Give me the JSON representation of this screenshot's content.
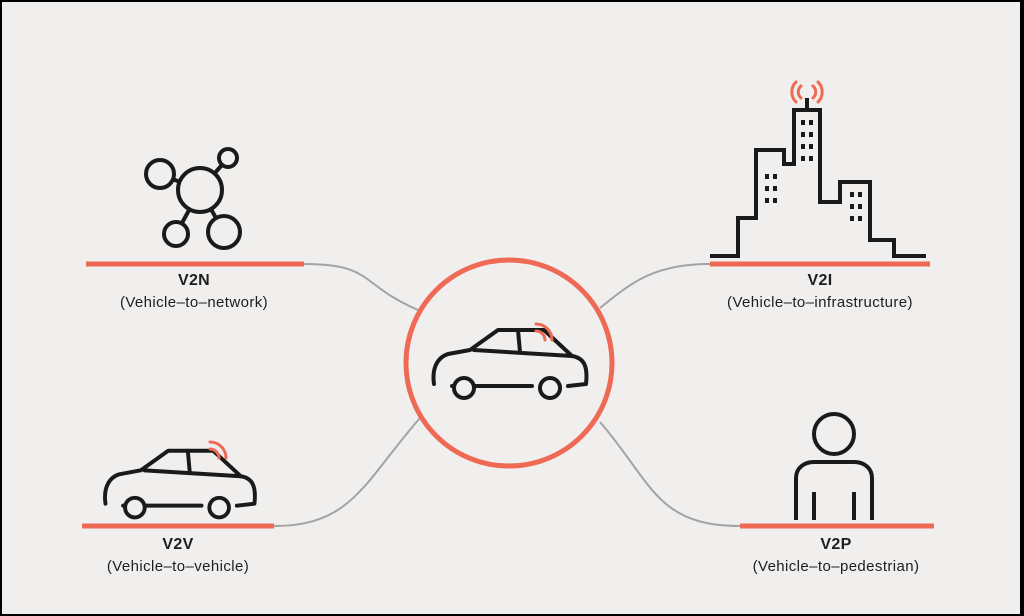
{
  "colors": {
    "accent": "#ef6a55",
    "ink": "#1a1a1a",
    "connector": "#a3a3a3",
    "background": "#f0efee"
  },
  "center": {
    "icon": "car-icon"
  },
  "nodes": [
    {
      "id": "v2n",
      "code": "V2N",
      "description": "(Vehicle–to–network)",
      "icon": "network-icon"
    },
    {
      "id": "v2v",
      "code": "V2V",
      "description": "(Vehicle–to–vehicle)",
      "icon": "car-icon"
    },
    {
      "id": "v2i",
      "code": "V2I",
      "description": "(Vehicle–to–infrastructure)",
      "icon": "city-buildings-icon"
    },
    {
      "id": "v2p",
      "code": "V2P",
      "description": "(Vehicle–to–pedestrian)",
      "icon": "person-icon"
    }
  ]
}
